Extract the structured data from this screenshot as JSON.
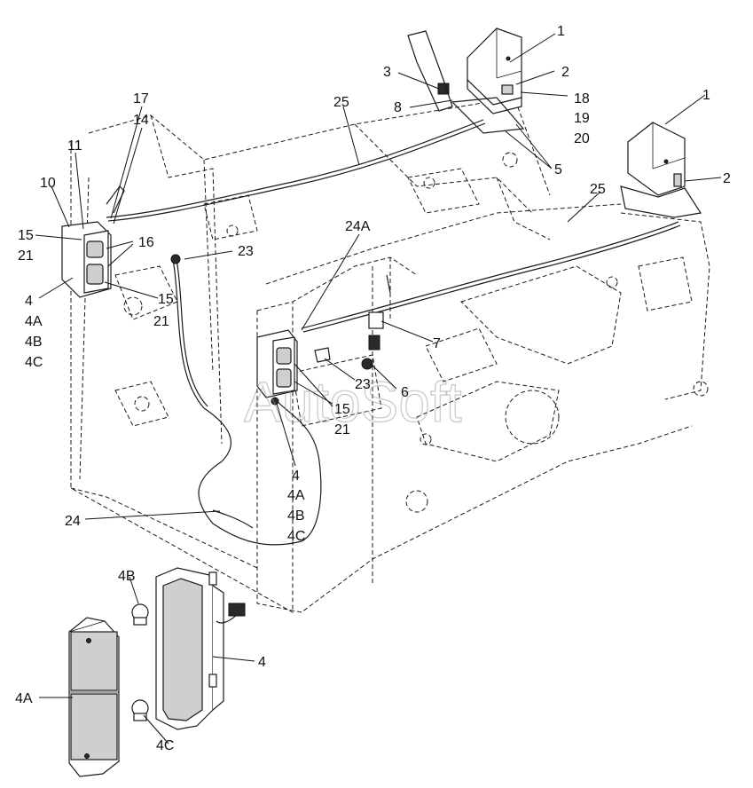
{
  "labels": {
    "l1a": "1",
    "l2a": "2",
    "l3": "3",
    "l8": "8",
    "l18": "18",
    "l19": "19",
    "l20": "20",
    "l5": "5",
    "l1b": "1",
    "l2b": "2",
    "l25a": "25",
    "l25b": "25",
    "l17": "17",
    "l14": "14",
    "l11": "11",
    "l10": "10",
    "l15a": "15",
    "l21a": "21",
    "l16": "16",
    "l23a": "23",
    "l15b": "15",
    "l21b": "21",
    "l4a": "4",
    "l4Aa": "4A",
    "l4Ba": "4B",
    "l4Ca": "4C",
    "l24A": "24A",
    "l7": "7",
    "l23b": "23",
    "l6": "6",
    "l15c": "15",
    "l21c": "21",
    "l4b": "4",
    "l4Ab": "4A",
    "l4Bb": "4B",
    "l4Cb": "4C",
    "l24": "24",
    "l4B": "4B",
    "l4": "4",
    "l4A": "4A",
    "l4C": "4C"
  },
  "watermark": "AutoSoft"
}
